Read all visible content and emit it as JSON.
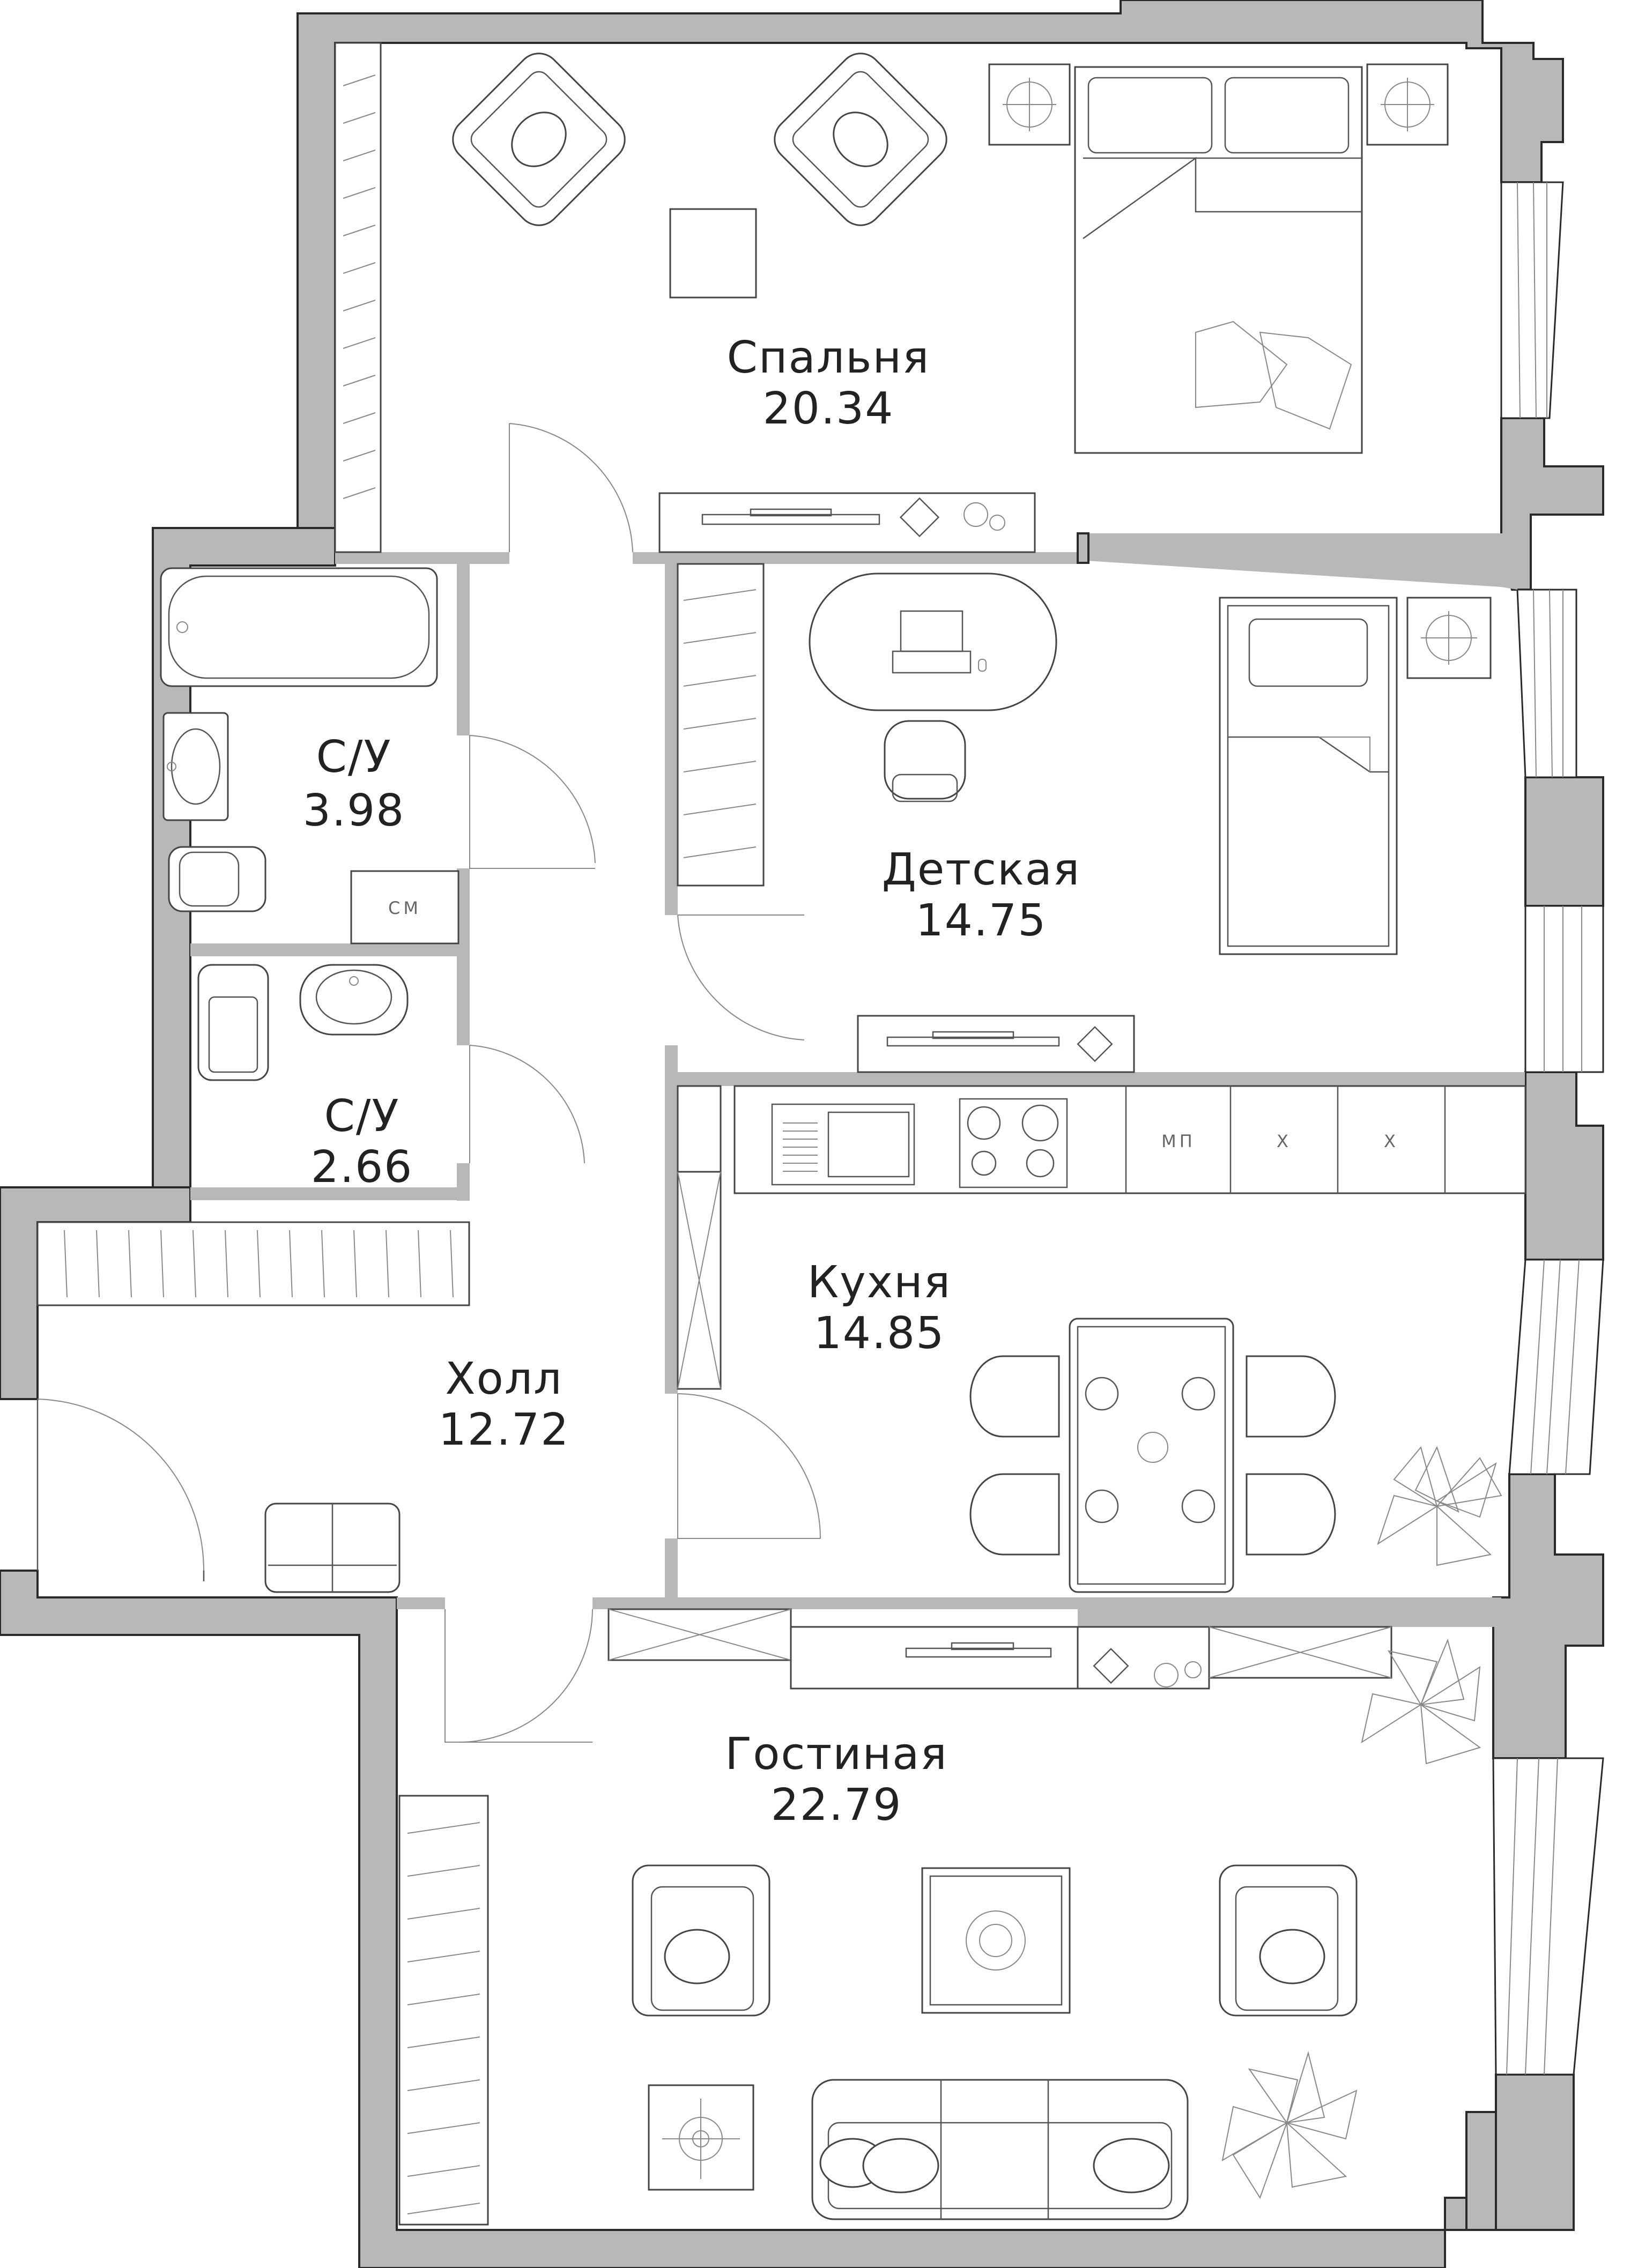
{
  "rooms": [
    {
      "name": "Спальня",
      "area": "20.34"
    },
    {
      "name": "С/У",
      "area": "3.98"
    },
    {
      "name": "С/У",
      "area": "2.66"
    },
    {
      "name": "Детская",
      "area": "14.75"
    },
    {
      "name": "Кухня",
      "area": "14.85"
    },
    {
      "name": "Холл",
      "area": "12.72"
    },
    {
      "name": "Гостиная",
      "area": "22.79"
    }
  ],
  "fixtures": {
    "washing_machine": "СМ",
    "microwave": "МП",
    "fridge_1": "Х",
    "fridge_2": "Х"
  },
  "colors": {
    "wall": "#b8b8b8",
    "line": "#2a2a2a",
    "background": "#ffffff"
  }
}
